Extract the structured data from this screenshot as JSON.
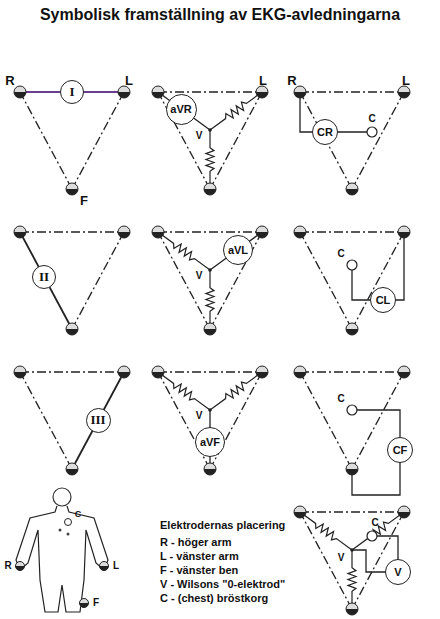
{
  "diagram": {
    "title": "Symbolisk framställning av EKG-avledningarna",
    "nodes": [
      {
        "text": [
          "I"
        ]
      },
      {
        "text": [
          "aVR"
        ]
      },
      {
        "text": [
          "CR"
        ]
      },
      {
        "text": [
          "II"
        ]
      },
      {
        "text": [
          "aVL"
        ]
      },
      {
        "text": [
          "CL"
        ]
      },
      {
        "text": [
          "III"
        ]
      },
      {
        "text": [
          "aVF"
        ]
      },
      {
        "text": [
          "CF"
        ]
      },
      {
        "text": [
          "V"
        ]
      }
    ],
    "labels": [
      "R",
      "L",
      "F",
      "L",
      "V",
      "R",
      "L",
      "C",
      "V",
      "C",
      "V",
      "C",
      "V",
      "C",
      "R",
      "L",
      "C",
      "F",
      "Elektrodernas placering",
      "R - höger arm",
      "L - vänster arm",
      "F - vänster ben",
      "V - Wilsons \"0-elektrod\"",
      "C - (chest) bröstkorg"
    ]
  }
}
